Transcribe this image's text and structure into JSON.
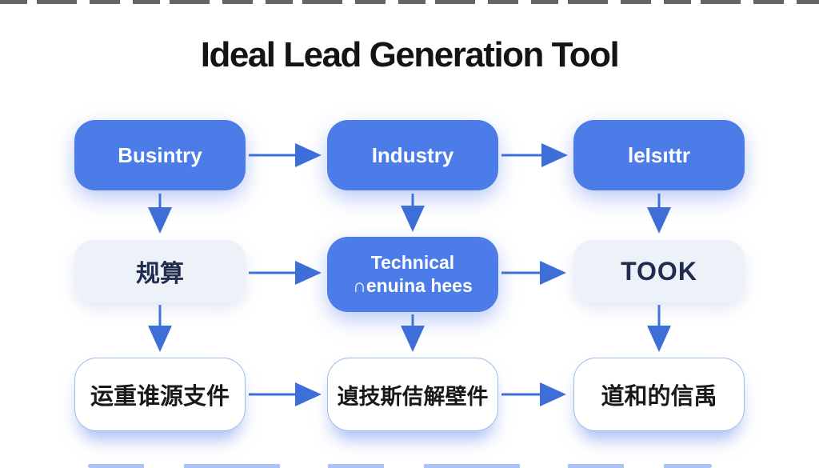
{
  "title": "Ideal Lead Generation Tool",
  "colors": {
    "primary_blue": "#4c7ce8",
    "light_box": "#edf1f8",
    "white_box_border": "#9dbbea",
    "navy_text": "#202c50",
    "dark_text": "#191919",
    "arrow": "#3e6fd8",
    "title_text": "#141414",
    "box_label_on_blue": "#ffffff"
  },
  "diagram": {
    "rows": [
      {
        "cells": [
          {
            "label": "Busintry",
            "style": "blue"
          },
          {
            "label": "Industry",
            "style": "blue"
          },
          {
            "label": "leIsıttr",
            "style": "blue"
          }
        ]
      },
      {
        "cells": [
          {
            "label": "规算",
            "style": "light"
          },
          {
            "label": "Technical\n∩enuina hees",
            "style": "blue"
          },
          {
            "label": "TOOK",
            "style": "light"
          }
        ]
      },
      {
        "cells": [
          {
            "label": "运重谁源支件",
            "style": "white"
          },
          {
            "label": "遉技斯佶解壁件",
            "style": "white"
          },
          {
            "label": "道和的信禹",
            "style": "white"
          }
        ]
      }
    ]
  }
}
